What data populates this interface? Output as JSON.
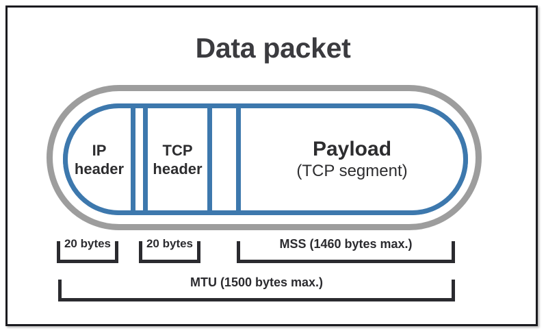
{
  "diagram": {
    "title": "Data packet",
    "segments": [
      {
        "id": "ip-header",
        "line1": "IP",
        "line2": "header",
        "size_label": "20 bytes"
      },
      {
        "id": "tcp-header",
        "line1": "TCP",
        "line2": "header",
        "size_label": "20 bytes"
      },
      {
        "id": "payload",
        "line1": "Payload",
        "line2": "(TCP segment)",
        "size_label": "MSS (1460 bytes max.)"
      }
    ],
    "brackets": {
      "ip": "20 bytes",
      "tcp": "20 bytes",
      "mss": "MSS (1460 bytes max.)",
      "mtu": "MTU (1500 bytes max.)"
    },
    "colors": {
      "frame": "#1b1b1f",
      "title_text": "#3b3b3f",
      "outer_pill": "#9d9d9d",
      "inner_pill": "#3d78ad",
      "box_border": "#3d78ad",
      "bracket": "#2b2b2f",
      "highlighter": "#f9f257",
      "background": "#ffffff"
    }
  }
}
